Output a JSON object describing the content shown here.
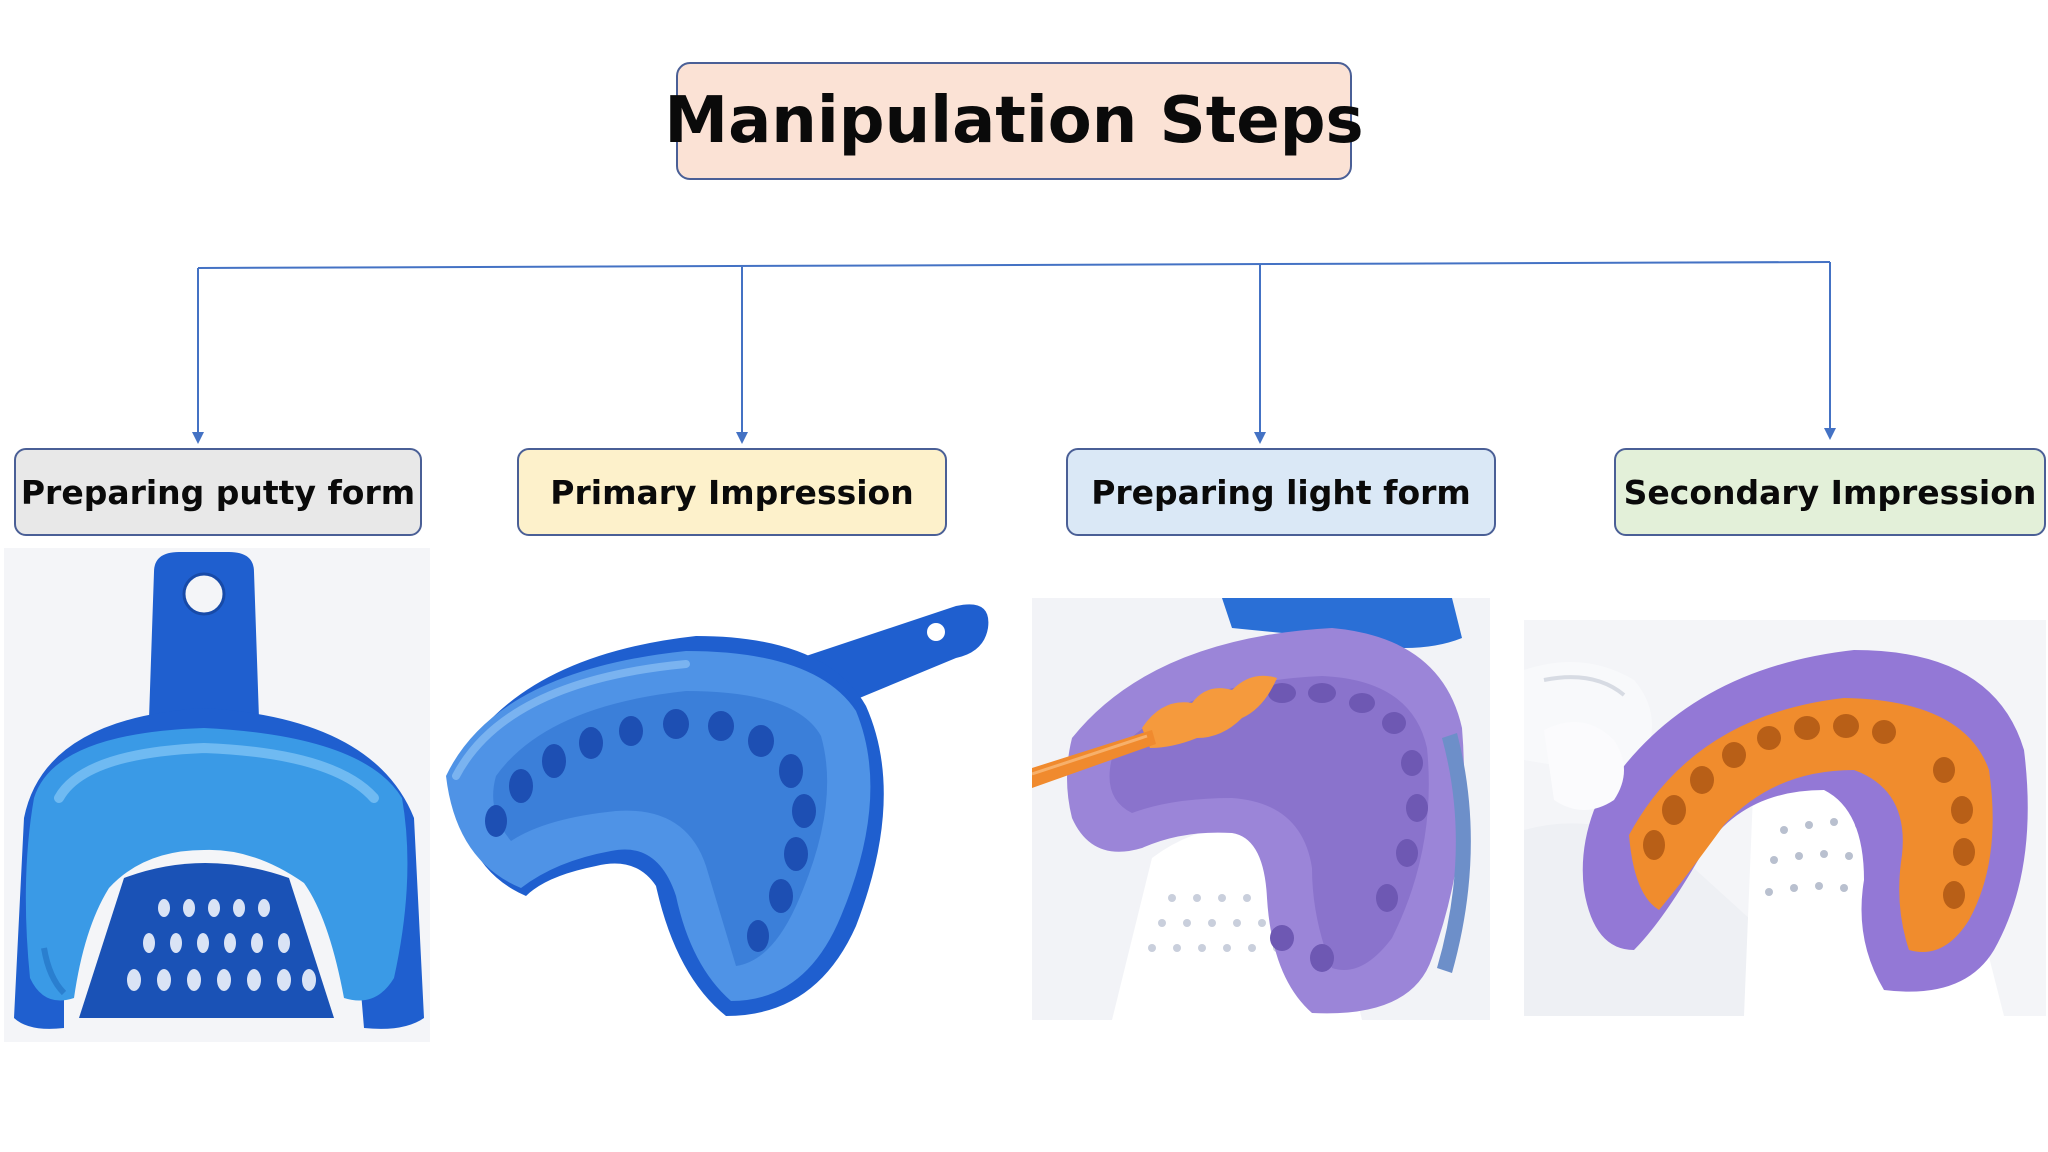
{
  "title": "Manipulation Steps",
  "steps": [
    {
      "label": "Preparing putty form",
      "photo_icon": "blue-putty-tray-icon"
    },
    {
      "label": "Primary Impression",
      "photo_icon": "blue-primary-impression-icon"
    },
    {
      "label": "Preparing light form",
      "photo_icon": "light-body-syringe-icon"
    },
    {
      "label": "Secondary Impression",
      "photo_icon": "secondary-impression-icon"
    }
  ],
  "colors": {
    "title_fill": "#fbe2d5",
    "connector": "#4472c4",
    "border": "#4a5f96",
    "step1_fill": "#e8e8e8",
    "step2_fill": "#fdf1cb",
    "step3_fill": "#dae8f6",
    "step4_fill": "#e3f0d9",
    "putty_blue": "#3a9ae6",
    "tray_blue": "#1f5fcf",
    "light_purple": "#9b85d8",
    "light_orange": "#f59a3d"
  }
}
